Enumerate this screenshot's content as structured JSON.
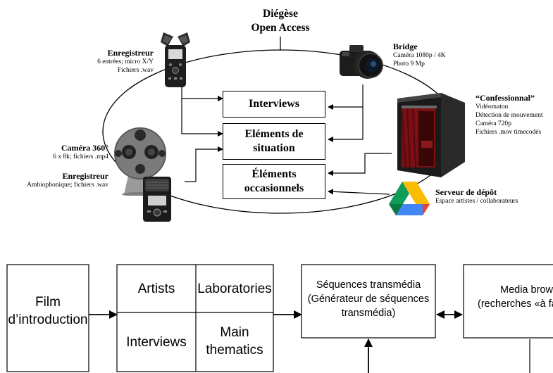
{
  "top": {
    "title_line1": "Diégèse",
    "title_line2": "Open Access"
  },
  "devices": {
    "recorder1": {
      "title": "Enregistreur",
      "line1": "6 entrées; micro X/Y",
      "line2": "Fichiers .wav"
    },
    "camera360": {
      "title": "Caméra 360°",
      "line1": "6 x 8k; fichiers .mp4"
    },
    "recorder2": {
      "title": "Enregistreur",
      "line1": "Ambiophonique; fichiers .wav"
    },
    "bridge": {
      "title": "Bridge",
      "line1": "Caméra 1080p / 4K",
      "line2": "Photo 9 Mp"
    },
    "confessional": {
      "title": "“Confessionnal”",
      "line1": "Vidéomaton",
      "line2": "Détection de mouvement",
      "line3": "Caméra 720p",
      "line4": "Fichiers .mov timecodés"
    },
    "server": {
      "title": "Serveur de dépôt",
      "line1": "Espace artistes / collaborateurs"
    }
  },
  "boxes": {
    "interviews": "Interviews",
    "elements_situation_1": "Eléments de",
    "elements_situation_2": "situation",
    "elements_occasionnels_1": "Éléments",
    "elements_occasionnels_2": "occasionnels"
  },
  "flow": {
    "film_1": "Film",
    "film_2": "d’introduction",
    "artists": "Artists",
    "laboratories": "Laboratories",
    "interviews": "Interviews",
    "main_1": "Main",
    "main_2": "thematics",
    "sequences_1": "Séquences transmédia",
    "sequences_2": "(Générateur de séquences",
    "sequences_3": "transmédia)",
    "media_1": "Media brows",
    "media_2": "(recherches «à fa"
  },
  "icons": {
    "recorder": "handheld-recorder-icon",
    "camera360": "360-camera-icon",
    "recorder2": "ambisonic-recorder-icon",
    "bridge": "bridge-camera-icon",
    "booth": "photo-booth-icon",
    "drive": "google-drive-icon"
  }
}
